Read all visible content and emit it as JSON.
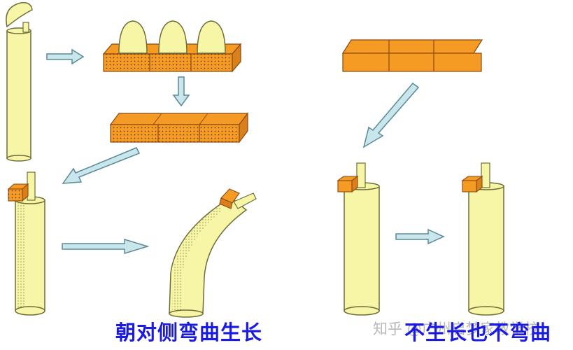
{
  "captions": {
    "left": "朝对侧弯曲生长",
    "right": "不生长也不弯曲"
  },
  "watermark": "知乎 @广州启梦家教学校",
  "colors": {
    "caption": "#1a1ae0",
    "coleoptile": "#f6f6a6",
    "coleoptile_outline": "#6d6d3a",
    "agar_block": "#f59a23",
    "agar_outline": "#8a4a12",
    "arrow_fill": "#c9e6ec",
    "arrow_outline": "#5a8a96"
  }
}
